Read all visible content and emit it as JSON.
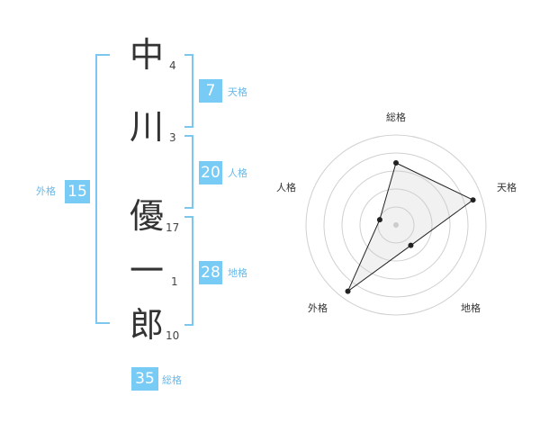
{
  "name_chars": [
    {
      "char": "中",
      "strokes": "4"
    },
    {
      "char": "川",
      "strokes": "3"
    },
    {
      "char": "優",
      "strokes": "17"
    },
    {
      "char": "一",
      "strokes": "1"
    },
    {
      "char": "郎",
      "strokes": "10"
    }
  ],
  "kaku": {
    "tenkaku": {
      "value": "7",
      "label": "天格"
    },
    "jinkaku": {
      "value": "20",
      "label": "人格"
    },
    "chikaku": {
      "value": "28",
      "label": "地格"
    },
    "gaikaku": {
      "value": "15",
      "label": "外格"
    },
    "soukaku": {
      "value": "35",
      "label": "総格"
    }
  },
  "colors": {
    "accent": "#78cbf5",
    "bracket": "#7cc7ef"
  },
  "radar": {
    "axes": [
      "総格",
      "天格",
      "地格",
      "外格",
      "人格"
    ],
    "values": [
      0.69,
      0.9,
      0.28,
      0.91,
      0.19
    ]
  }
}
